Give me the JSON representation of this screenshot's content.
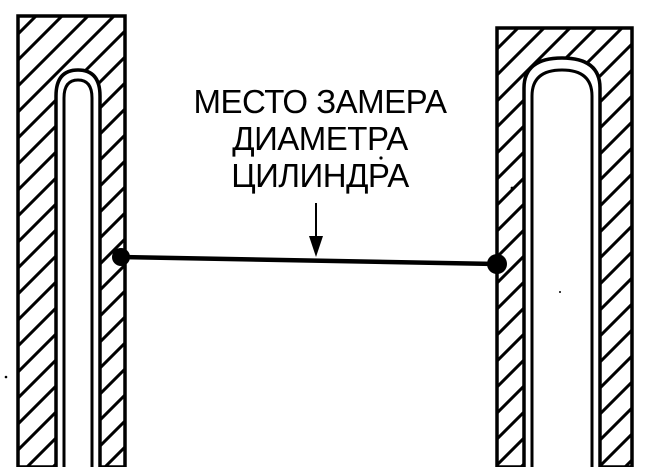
{
  "caption": {
    "lines": [
      "МЕСТО ЗАМЕРА",
      "ДИАМЕТРА",
      "ЦИЛИНДРА"
    ]
  },
  "colors": {
    "ink": "#000000",
    "paper": "#ffffff"
  },
  "elements": {
    "left_wall": "cylinder-wall-section",
    "right_wall": "cylinder-wall-section",
    "measurement_line": "diameter-line",
    "pointer": "arrow-down-icon"
  }
}
